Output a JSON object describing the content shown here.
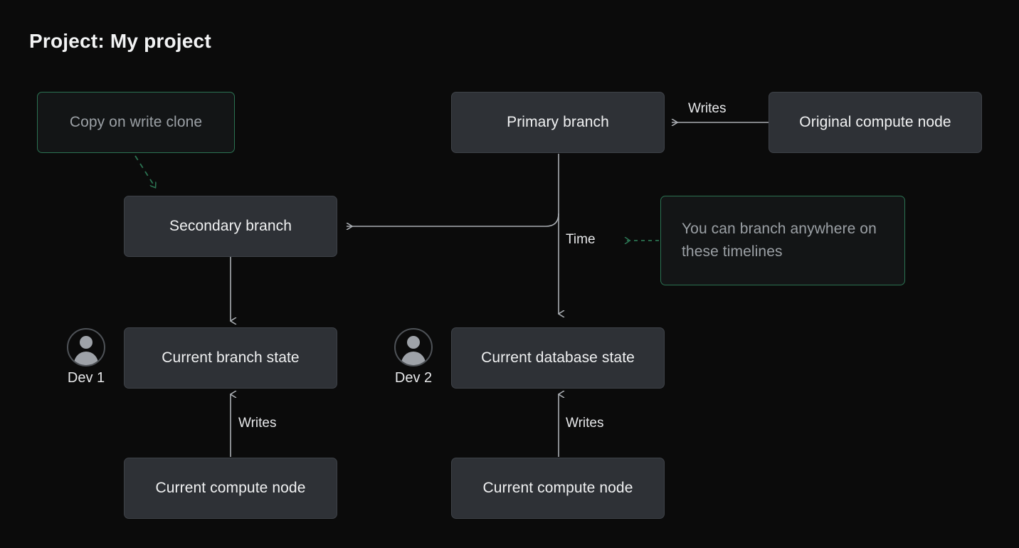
{
  "page": {
    "title": "Project: My project",
    "background_color": "#0b0b0b",
    "node_fill_color": "#2e3136",
    "node_border_color": "#3e4248",
    "accent_green": "#2b7352",
    "wire_color": "#a9adb2",
    "text_color": "#f0f1f2",
    "muted_text_color": "#9ba0a5"
  },
  "nodes": {
    "copy_on_write_clone": "Copy on write clone",
    "primary_branch": "Primary branch",
    "original_compute_node": "Original compute node",
    "secondary_branch": "Secondary branch",
    "branch_anywhere_note": "You can branch anywhere on these timelines",
    "current_branch_state": "Current branch state",
    "current_database_state": "Current database state",
    "current_compute_node_left": "Current compute node",
    "current_compute_node_right": "Current compute node"
  },
  "edge_labels": {
    "writes_top": "Writes",
    "time": "Time",
    "writes_left": "Writes",
    "writes_right": "Writes"
  },
  "actors": [
    {
      "name": "Dev 1",
      "icon": "user-avatar-icon"
    },
    {
      "name": "Dev 2",
      "icon": "user-avatar-icon"
    }
  ]
}
